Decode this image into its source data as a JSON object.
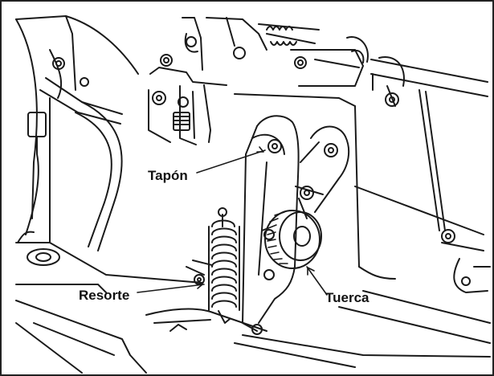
{
  "diagram": {
    "labels": {
      "stopper": "Tapón",
      "spring": "Resorte",
      "nut": "Tuerca"
    },
    "colors": {
      "line": "#1a1a1a",
      "background": "#ffffff"
    }
  }
}
